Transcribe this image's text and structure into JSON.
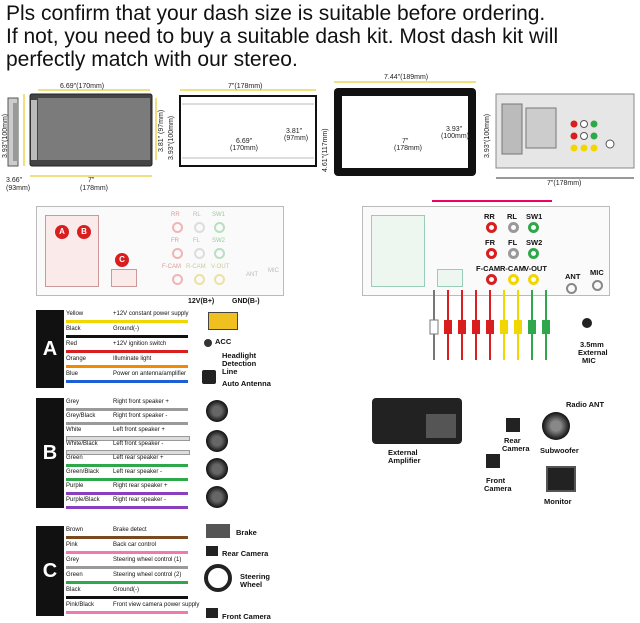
{
  "headline": {
    "line1": "Pls confirm that your dash size is suitable before ordering.",
    "line2": "If not, you need to buy a suitable dash kit. Most dash kit will",
    "line3": "perfectly match with our stereo."
  },
  "dimensions": {
    "front_width": "6.69\"(170mm)",
    "front_height_left": "3.93\"(100mm)",
    "front_height_right": "3.81\" (97mm)",
    "side_depth": "3.66\"",
    "side_depth_mm": "(93mm)",
    "front_bottom": "7\"",
    "front_bottom_mm": "(178mm)",
    "cage_top": "7\"(178mm)",
    "cage_height": "3.93\"(100mm)",
    "cage_inner_w": "6.69\"",
    "cage_inner_w_mm": "(170mm)",
    "cage_inner_h": "3.81\"",
    "cage_inner_h_mm": "(97mm)",
    "frame_top": "7.44\"(189mm)",
    "frame_height": "4.61\"(117mm)",
    "frame_inner_h": "3.93\"",
    "frame_inner_h_mm": "(100mm)",
    "frame_inner_w": "7\"",
    "frame_inner_w_mm": "(178mm)",
    "back_height": "3.93\"(100mm)",
    "back_width": "7\"(178mm)"
  },
  "rca_labels": {
    "rr": "RR",
    "rl": "RL",
    "sw1": "SW1",
    "fr": "FR",
    "fl": "FL",
    "sw2": "SW2",
    "fcam": "F-CAM",
    "rcam": "R-CAM",
    "vout": "V-OUT",
    "ant": "ANT",
    "mic": "MIC"
  },
  "power_labels": {
    "bplus": "12V(B+)",
    "gnd": "GND(B-)"
  },
  "group_a": {
    "letter": "A",
    "wires": [
      {
        "name": "Yellow",
        "desc": "+12V constant power supply",
        "color": "#f2d600"
      },
      {
        "name": "Black",
        "desc": "Ground(-)",
        "color": "#111111"
      },
      {
        "name": "Red",
        "desc": "+12V ignition switch",
        "color": "#d81e1e"
      },
      {
        "name": "Orange",
        "desc": "Illuminate light",
        "color": "#f28a00"
      },
      {
        "name": "Blue",
        "desc": "Power on antenna/amplifier",
        "color": "#1e5fd8"
      }
    ],
    "acc": "ACC",
    "headlight": "Headlight",
    "detection": "Detection",
    "line": "Line",
    "auto_antenna": "Auto Antenna"
  },
  "group_b": {
    "letter": "B",
    "wires": [
      {
        "name": "Grey",
        "desc": "Right front speaker +",
        "color": "#9a9a9a"
      },
      {
        "name": "Grey/Black",
        "desc": "Right front speaker -",
        "color": "#9a9a9a"
      },
      {
        "name": "White",
        "desc": "Left front speaker +",
        "color": "#dddddd"
      },
      {
        "name": "White/Black",
        "desc": "Left front speaker -",
        "color": "#dddddd"
      },
      {
        "name": "Green",
        "desc": "Left rear speaker +",
        "color": "#2ea84a"
      },
      {
        "name": "Green/Black",
        "desc": "Left rear speaker -",
        "color": "#2ea84a"
      },
      {
        "name": "Purple",
        "desc": "Right rear speaker +",
        "color": "#8a3fbf"
      },
      {
        "name": "Purple/Black",
        "desc": "Right rear speaker -",
        "color": "#8a3fbf"
      }
    ]
  },
  "group_c": {
    "letter": "C",
    "wires": [
      {
        "name": "Brown",
        "desc": "Brake detect",
        "color": "#7a4a1e"
      },
      {
        "name": "Pink",
        "desc": "Back car control",
        "color": "#f07ab0"
      },
      {
        "name": "Grey",
        "desc": "Steering wheel control (1)",
        "color": "#9a9a9a"
      },
      {
        "name": "Green",
        "desc": "Steering wheel control (2)",
        "color": "#2ea84a"
      },
      {
        "name": "Black",
        "desc": "Ground(-)",
        "color": "#111111"
      },
      {
        "name": "Pink/Black",
        "desc": "Front view camera power supply",
        "color": "#f07ab0"
      }
    ],
    "brake": "Brake",
    "rear_camera": "Rear Camera",
    "steering": "Steering",
    "wheel": "Wheel",
    "front_camera": "Front Camera"
  },
  "right_labels": {
    "mic_35": "3.5mm",
    "mic_ext": "External",
    "mic_mic": "MIC",
    "radio_ant": "Radio ANT",
    "ext": "External",
    "amp": "Amplifier",
    "rear": "Rear",
    "camera": "Camera",
    "subwoofer": "Subwoofer",
    "front": "Front",
    "front_camera": "Camera",
    "monitor": "Monitor"
  },
  "colors": {
    "red": "#d81e1e",
    "white": "#ffffff",
    "green": "#2ea84a",
    "yellow": "#f2d600"
  }
}
